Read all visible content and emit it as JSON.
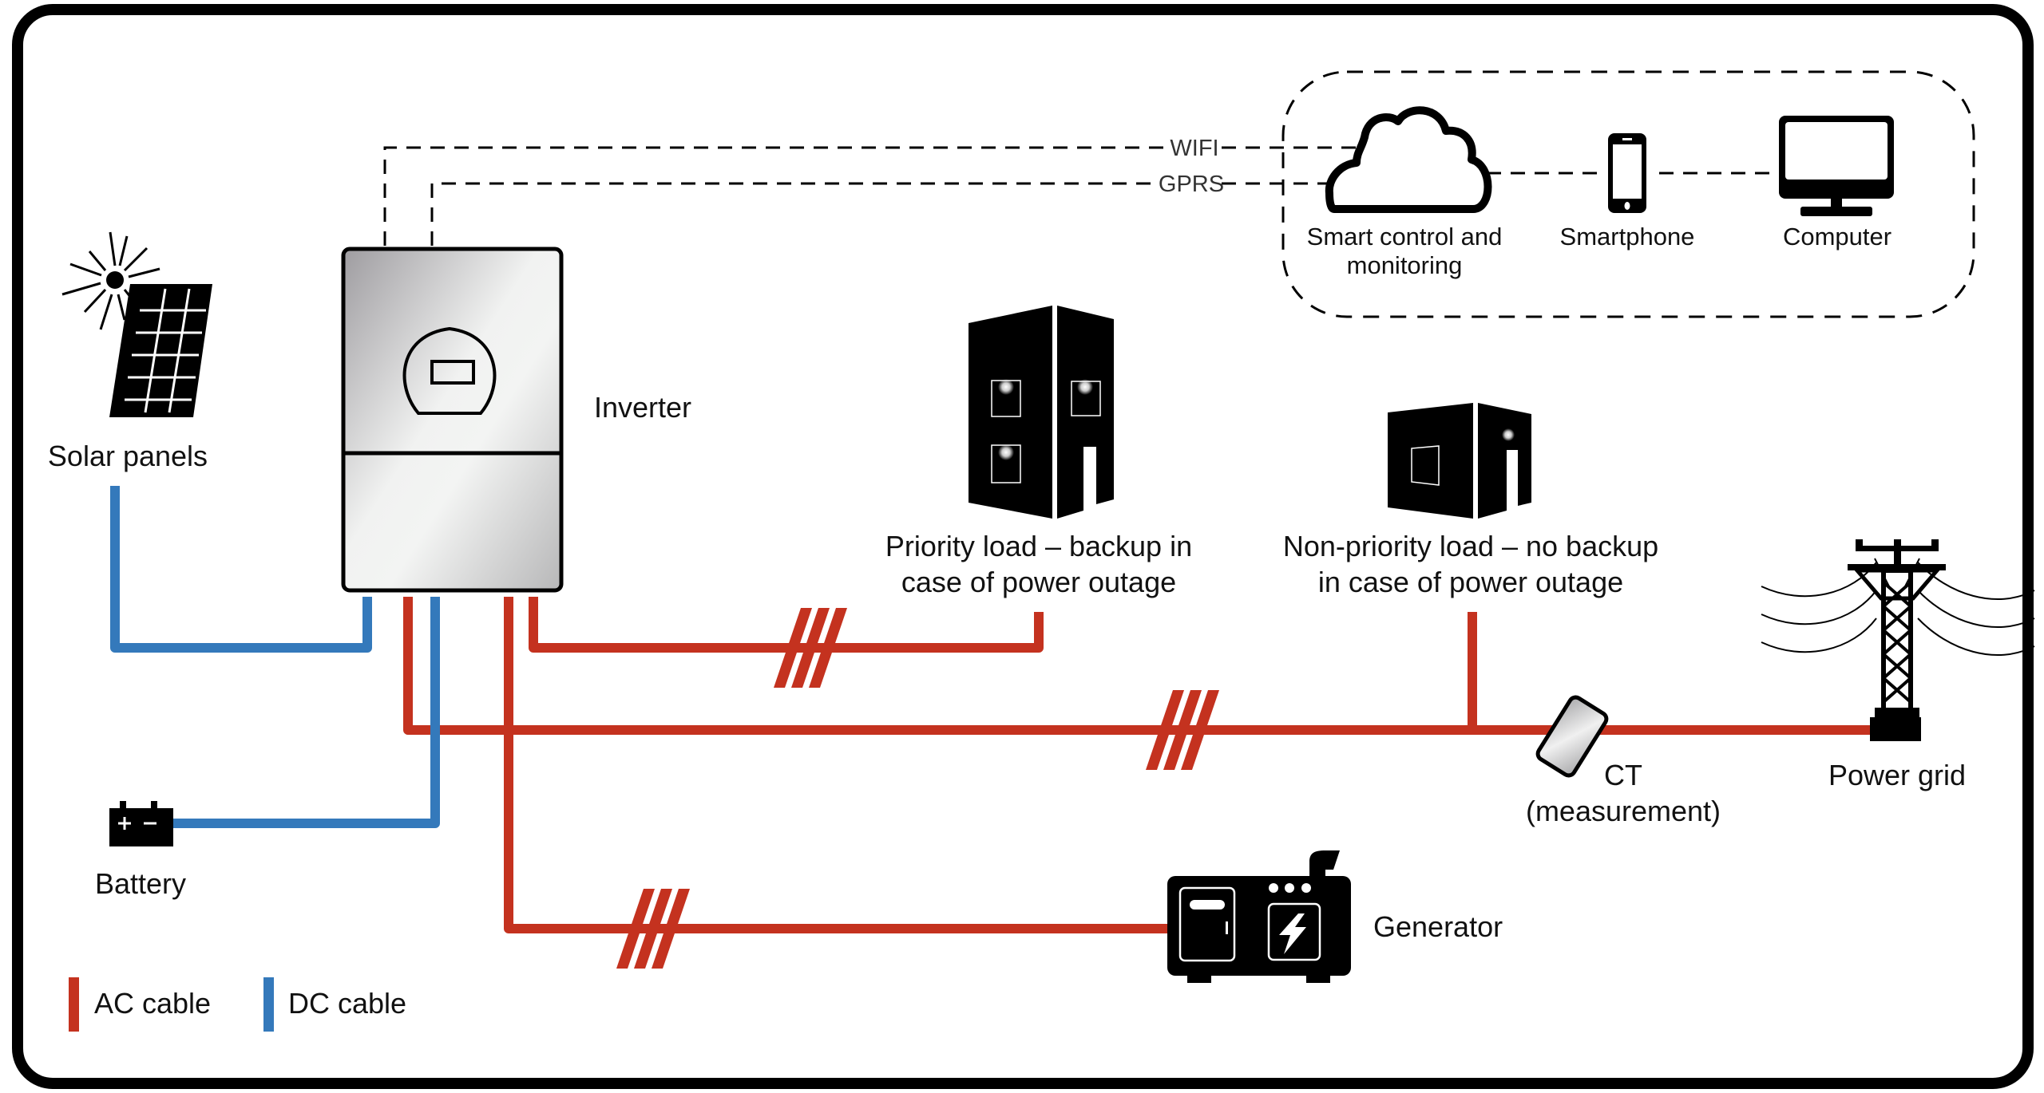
{
  "colors": {
    "ac_cable": "#c4321f",
    "dc_cable": "#3479bb",
    "ink": "#000000",
    "background": "#ffffff"
  },
  "components": {
    "solar_panels": {
      "label": "Solar panels",
      "icon": "solar-panel-icon"
    },
    "inverter": {
      "label": "Inverter",
      "icon": "inverter-icon"
    },
    "battery": {
      "label": "Battery",
      "icon": "battery-icon"
    },
    "priority_load": {
      "label_lines": [
        "Priority load – backup in",
        "case of power outage"
      ],
      "icon": "building-icon"
    },
    "non_priority_load": {
      "label_lines": [
        "Non-priority load – no backup",
        "in case of power outage"
      ],
      "icon": "house-icon"
    },
    "ct": {
      "label_lines": [
        "CT",
        "(measurement)"
      ],
      "icon": "current-transformer-icon"
    },
    "power_grid": {
      "label": "Power grid",
      "icon": "power-tower-icon"
    },
    "generator": {
      "label": "Generator",
      "icon": "generator-icon"
    }
  },
  "monitoring": {
    "links": [
      {
        "label": "WIFI"
      },
      {
        "label": "GPRS"
      }
    ],
    "devices": [
      {
        "label_lines": [
          "Smart control and",
          "monitoring"
        ],
        "icon": "cloud-icon"
      },
      {
        "label_lines": [
          "Smartphone"
        ],
        "icon": "smartphone-icon"
      },
      {
        "label_lines": [
          "Computer"
        ],
        "icon": "computer-icon"
      }
    ]
  },
  "legend": [
    {
      "label": "AC cable",
      "type": "ac"
    },
    {
      "label": "DC cable",
      "type": "dc"
    }
  ]
}
